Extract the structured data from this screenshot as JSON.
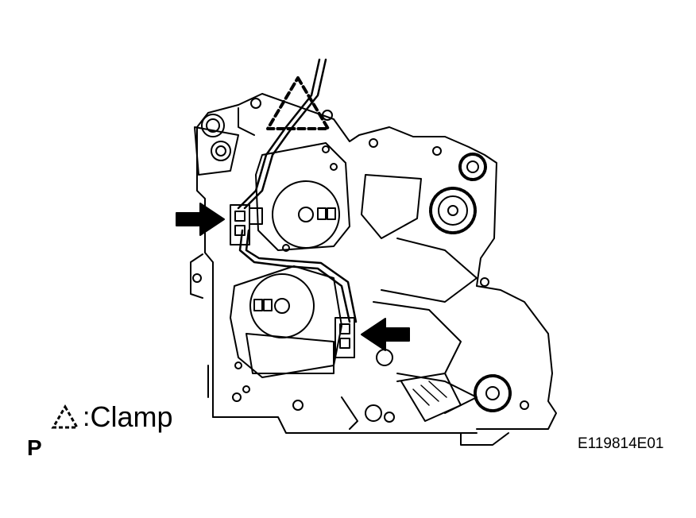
{
  "legend": {
    "symbol": "dashed-triangle-icon",
    "separator": ":",
    "label": "Clamp"
  },
  "view_marker": "P",
  "figure_code": "E119814E01",
  "colors": {
    "ink": "#000000",
    "paper": "#ffffff"
  }
}
